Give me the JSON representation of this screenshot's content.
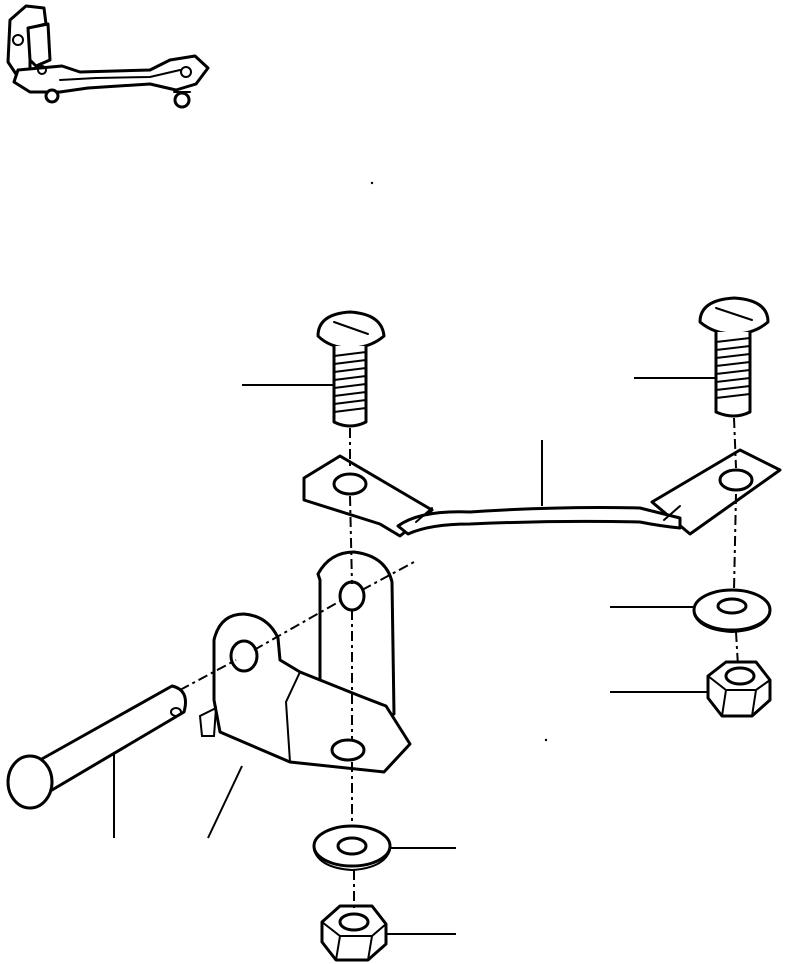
{
  "diagram": {
    "type": "exploded-parts-view",
    "parts": [
      {
        "id": "screw-left",
        "icon": "round-head-screw-icon"
      },
      {
        "id": "screw-right",
        "icon": "round-head-screw-icon"
      },
      {
        "id": "ground-strap",
        "icon": "braided-strap-icon"
      },
      {
        "id": "bracket",
        "icon": "clevis-bracket-icon"
      },
      {
        "id": "pin",
        "icon": "clevis-pin-icon"
      },
      {
        "id": "washer-right",
        "icon": "flat-washer-icon"
      },
      {
        "id": "nut-right",
        "icon": "hex-nut-icon"
      },
      {
        "id": "washer-bottom",
        "icon": "flat-washer-icon"
      },
      {
        "id": "nut-bottom",
        "icon": "hex-nut-icon"
      }
    ],
    "ink_color": "#000000",
    "background_color": "#ffffff"
  }
}
